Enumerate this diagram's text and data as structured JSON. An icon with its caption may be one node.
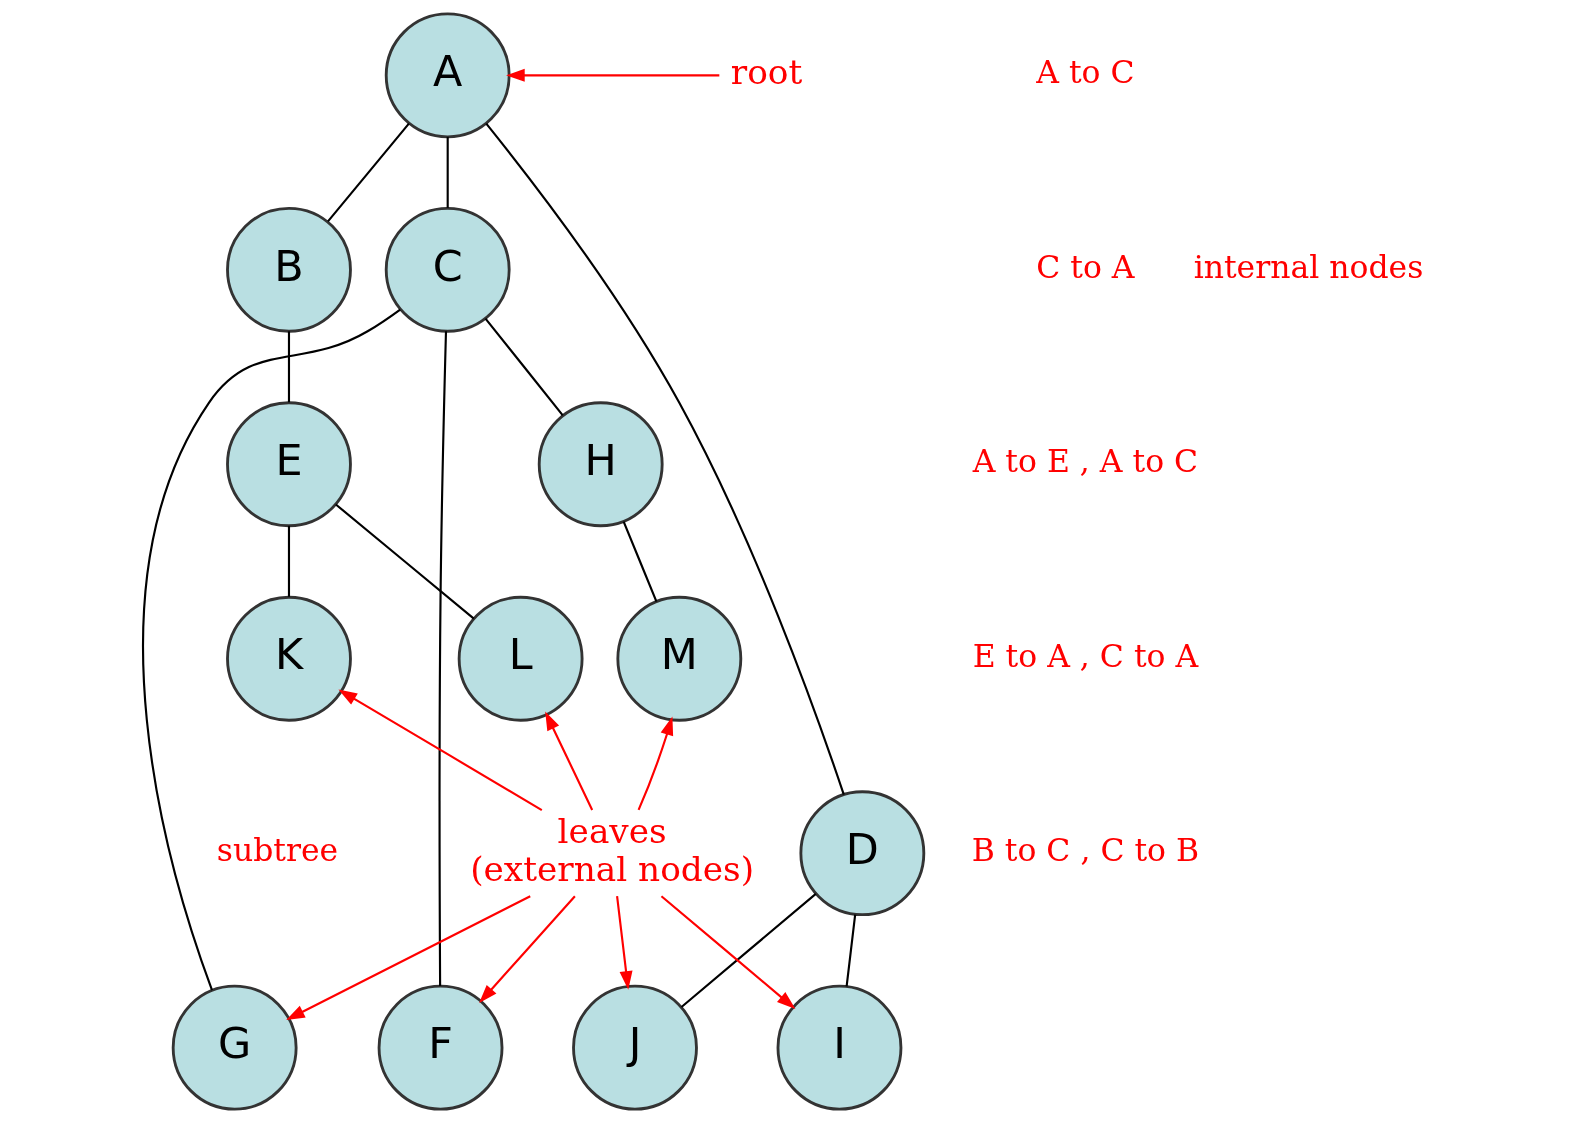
{
  "diagram": {
    "nodes": [
      {
        "text": [
          "A"
        ]
      },
      {
        "text": [
          "B"
        ]
      },
      {
        "text": [
          "C"
        ]
      },
      {
        "text": [
          "D"
        ]
      },
      {
        "text": [
          "E"
        ]
      },
      {
        "text": [
          "F"
        ]
      },
      {
        "text": [
          "G"
        ]
      },
      {
        "text": [
          "H"
        ]
      },
      {
        "text": [
          "I"
        ]
      },
      {
        "text": [
          "J"
        ]
      },
      {
        "text": [
          "K"
        ]
      },
      {
        "text": [
          "L"
        ]
      },
      {
        "text": [
          "M"
        ]
      },
      {
        "text": [
          "root"
        ]
      },
      {
        "text": [
          "leaves",
          "(external nodes)"
        ]
      }
    ],
    "edges": [
      {
        "from": 0,
        "to": 1,
        "arrow": "none"
      },
      {
        "from": 0,
        "to": 2,
        "arrow": "none"
      },
      {
        "from": 0,
        "to": 3,
        "arrow": "none"
      },
      {
        "from": 1,
        "to": 4,
        "arrow": "none"
      },
      {
        "from": 2,
        "to": 5,
        "arrow": "none"
      },
      {
        "from": 2,
        "to": 6,
        "arrow": "none"
      },
      {
        "from": 2,
        "to": 7,
        "arrow": "none"
      },
      {
        "from": 3,
        "to": 8,
        "arrow": "none"
      },
      {
        "from": 3,
        "to": 9,
        "arrow": "none"
      },
      {
        "from": 4,
        "to": 10,
        "arrow": "none"
      },
      {
        "from": 4,
        "to": 11,
        "arrow": "none"
      },
      {
        "from": 7,
        "to": 12,
        "arrow": "none"
      },
      {
        "from": 13,
        "to": 0,
        "arrow": "to",
        "color": "#ff0000"
      },
      {
        "from": 14,
        "to": 10,
        "arrow": "to",
        "color": "#ff0000"
      },
      {
        "from": 14,
        "to": 11,
        "arrow": "to",
        "color": "#ff0000"
      },
      {
        "from": 14,
        "to": 5,
        "arrow": "to",
        "color": "#ff0000"
      },
      {
        "from": 14,
        "to": 6,
        "arrow": "to",
        "color": "#ff0000"
      },
      {
        "from": 14,
        "to": 12,
        "arrow": "to",
        "color": "#ff0000"
      },
      {
        "from": 14,
        "to": 8,
        "arrow": "to",
        "color": "#ff0000"
      },
      {
        "from": 14,
        "to": 9,
        "arrow": "to",
        "color": "#ff0000"
      }
    ],
    "labels": [
      "A to C",
      "C to A",
      "A to E , A to C",
      "E to A , C to A",
      "B to C , C to B",
      "internal nodes",
      "subtree"
    ]
  }
}
